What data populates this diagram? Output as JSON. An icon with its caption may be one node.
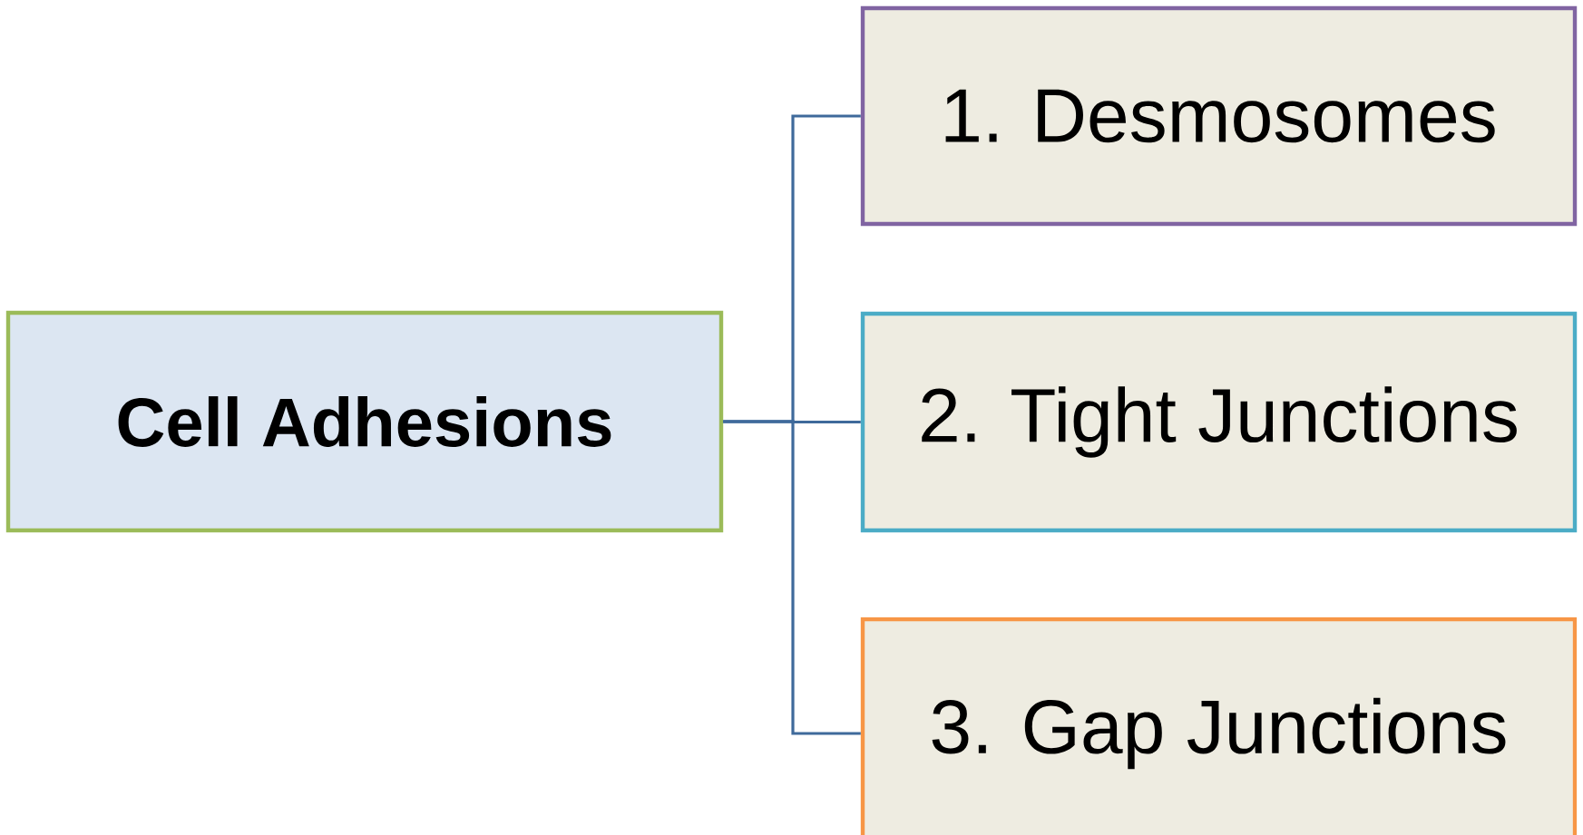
{
  "diagram": {
    "nodes": [
      {
        "text": [
          "Cell Adhesions"
        ]
      },
      {
        "text": [
          "1. Desmosomes"
        ]
      },
      {
        "text": [
          "2. Tight Junctions"
        ]
      },
      {
        "text": [
          "3. Gap Junctions"
        ]
      }
    ],
    "edges": [
      {
        "from": 0,
        "to": 1,
        "arrow": "none"
      },
      {
        "from": 0,
        "to": 2,
        "arrow": "none"
      },
      {
        "from": 0,
        "to": 3,
        "arrow": "none"
      }
    ]
  }
}
